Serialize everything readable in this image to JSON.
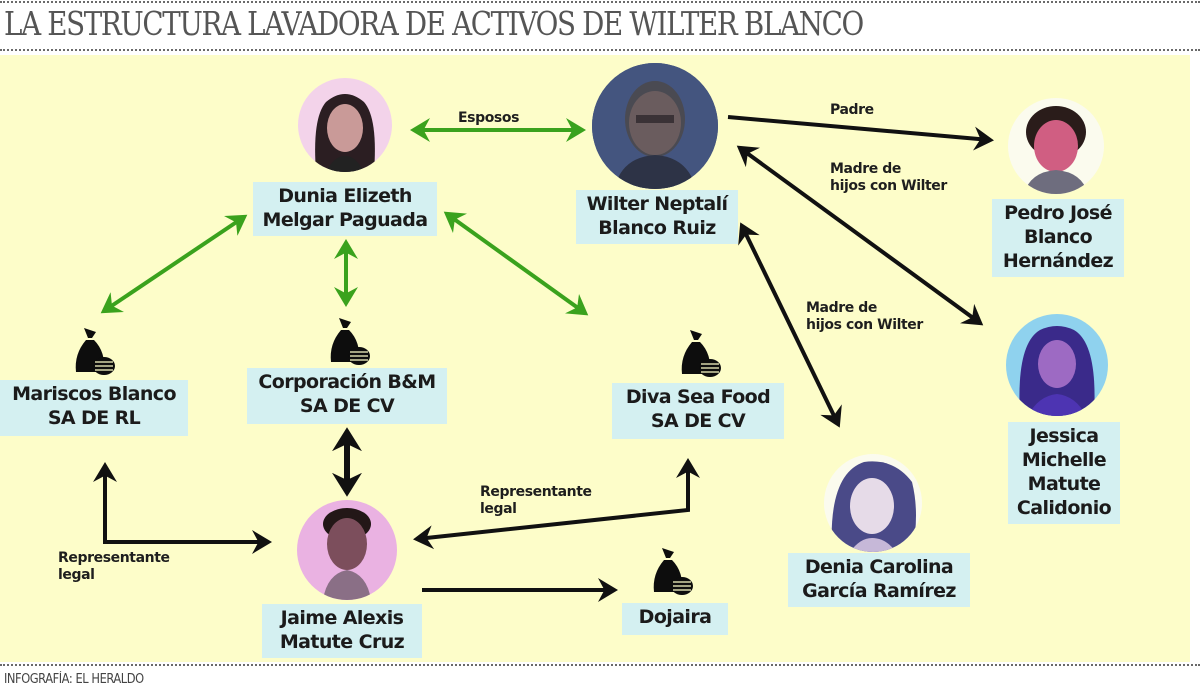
{
  "header": {
    "title": "LA ESTRUCTURA LAVADORA DE ACTIVOS DE WILTER BLANCO"
  },
  "footer": {
    "credit": "INFOGRAFÍA: EL HERALDO"
  },
  "colors": {
    "panel_bg": "#fdfdc9",
    "label_bg": "#d4f0f1",
    "green_arrow": "#3aa21d",
    "black_arrow": "#111111"
  },
  "people": {
    "wilter": {
      "line1": "Wilter Neptalí",
      "line2": "Blanco Ruiz"
    },
    "dunia": {
      "line1": "Dunia Elizeth",
      "line2": "Melgar Paguada"
    },
    "pedro": {
      "line1": "Pedro José",
      "line2": "Blanco",
      "line3": "Hernández"
    },
    "jessica": {
      "line1": "Jessica",
      "line2": "Michelle",
      "line3": "Matute",
      "line4": "Calidonio"
    },
    "denia": {
      "line1": "Denia Carolina",
      "line2": "García Ramírez"
    },
    "jaime": {
      "line1": "Jaime Alexis",
      "line2": "Matute Cruz"
    }
  },
  "companies": {
    "mariscos": {
      "line1": "Mariscos Blanco",
      "line2": "SA DE RL",
      "icon": "money-bag-icon"
    },
    "corporacion": {
      "line1": "Corporación B&M",
      "line2": "SA DE CV",
      "icon": "money-bag-icon"
    },
    "diva": {
      "line1": "Diva Sea Food",
      "line2": "SA DE CV",
      "icon": "money-bag-icon"
    },
    "dojaira": {
      "line1": "Dojaira",
      "icon": "money-bag-icon"
    }
  },
  "relations": {
    "esposos": "Esposos",
    "padre": "Padre",
    "madre_jessica": {
      "line1": "Madre de",
      "line2": "hijos con Wilter"
    },
    "madre_denia": {
      "line1": "Madre de",
      "line2": "hijos con Wilter"
    },
    "rep_mariscos": {
      "line1": "Representante",
      "line2": "legal"
    },
    "rep_diva": {
      "line1": "Representante",
      "line2": "legal"
    }
  }
}
